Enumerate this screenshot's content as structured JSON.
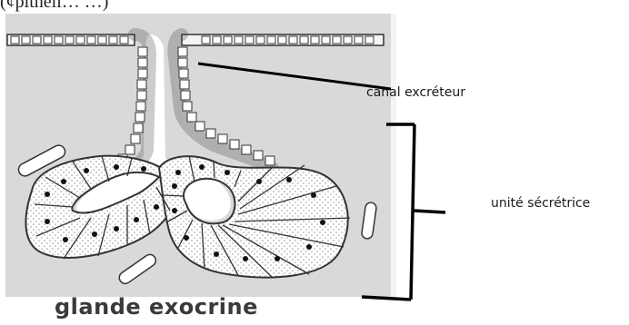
{
  "header_fragment": "(¢pitheli… …)",
  "labels": {
    "canal": "canal excréteur",
    "unite": "unité sécrétrice"
  },
  "caption": "glande exocrine",
  "colors": {
    "tissue_bg": "#d9d9d9",
    "stipple": "#9a9a9a",
    "cell_outline": "#333333",
    "annotation_line": "#000000"
  }
}
